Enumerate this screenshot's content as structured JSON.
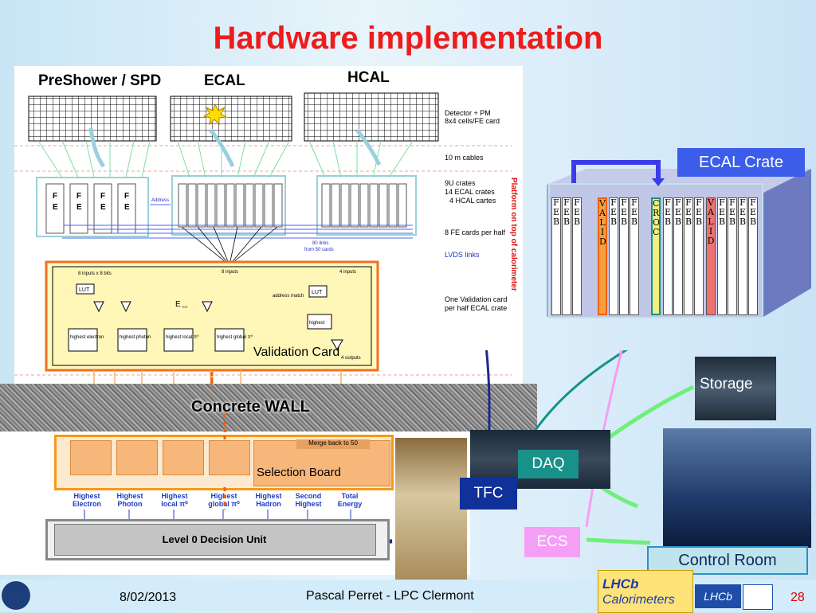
{
  "title": "Hardware implementation",
  "diagram": {
    "headers": {
      "preshower": "PreShower / SPD",
      "ecal": "ECAL",
      "hcal": "HCAL"
    },
    "notes": {
      "detector_pm": "Detector + PM",
      "cells_fe": "8x4 cells/FE card",
      "cables": "10 m cables",
      "crates_9u": "9U crates",
      "ecal_crates": "14 ECAL crates",
      "hcal_cartes": "4 HCAL cartes",
      "fe_per_half": "8 FE cards per half",
      "lvds": "LVDS links",
      "links_80": "80 links",
      "from_50": "from 50 cards",
      "one_val": "One Validation card",
      "per_half": "per half ECAL crate",
      "address": "Address",
      "platform": "Platform on top of calorimeter"
    },
    "validation": {
      "label": "Validation Card",
      "inputs8x8": "8 inputs x 8 bits",
      "inputs8": "8 inputs",
      "inputs4": "4 inputs",
      "lut": "LUT",
      "etot": "E",
      "tot_sub": "TOT",
      "address_match": "address match",
      "outputs4": "4 outputs",
      "highest": "highest",
      "blocks": [
        "highest electron",
        "highest photon",
        "highest local π⁰",
        "highest global π⁰"
      ]
    },
    "fe_label": "F\nE"
  },
  "wall_label": "Concrete WALL",
  "selection_board": {
    "label": "Selection Board",
    "merge": "Merge back to 50",
    "outputs": [
      "Highest Electron",
      "Highest Photon",
      "Highest local π⁰",
      "Highest global π⁰",
      "Highest Hadron",
      "Second Highest",
      "Total Energy"
    ]
  },
  "l0_label": "Level 0 Decision Unit",
  "crate": {
    "label": "ECAL Crate",
    "slots": [
      "FEB",
      "FEB",
      "FEB",
      "VALID",
      "FEB",
      "FEB",
      "FEB",
      "CROC",
      "FEB",
      "FEB",
      "FEB",
      "FEB",
      "VALID",
      "FEB",
      "FEB",
      "FEB",
      "FEB"
    ]
  },
  "boxes": {
    "daq": "DAQ",
    "tfc": "TFC",
    "ecs": "ECS",
    "storage": "Storage",
    "control_room": "Control Room"
  },
  "footer": {
    "date": "8/02/2013",
    "author": "Pascal Perret - LPC Clermont",
    "page": "28",
    "logo_line1": "LHCb",
    "logo_line2": "Calorimeters",
    "logo_lhcb": "LHCb"
  },
  "colors": {
    "title": "#ee1c1c",
    "daq": "#17918a",
    "tfc": "#10309a",
    "ecs": "#f59ef5",
    "ecal_crate": "#3b5dea",
    "valid": "#f39a1a",
    "croc": "#17918a"
  }
}
